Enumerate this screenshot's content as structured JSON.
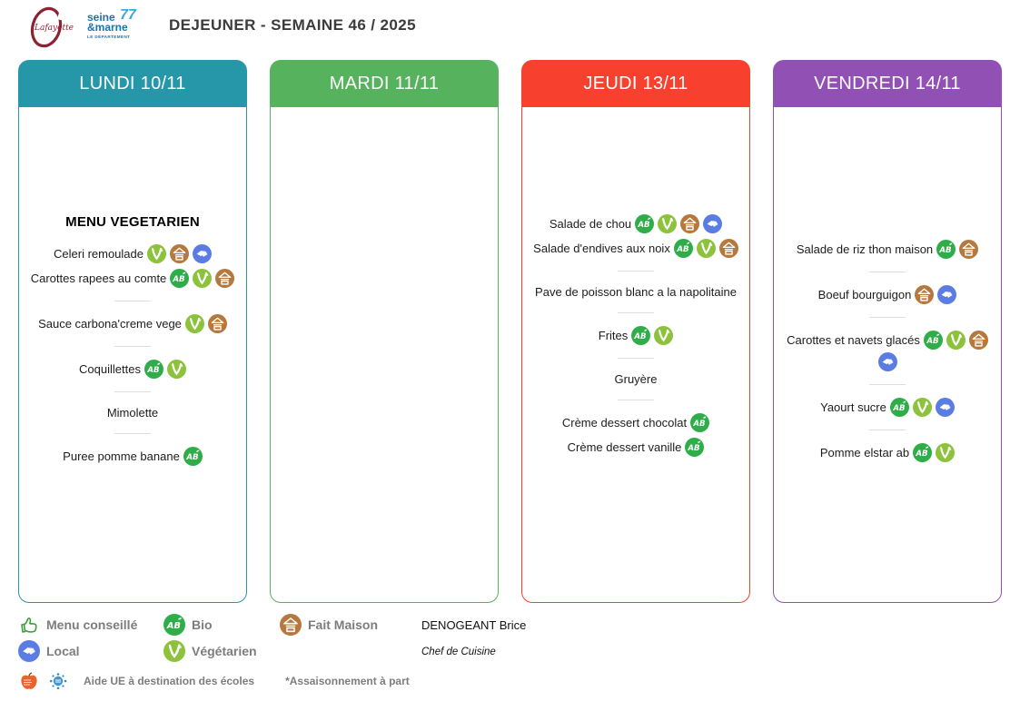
{
  "header": {
    "title": "DEJEUNER - SEMAINE 46 / 2025",
    "lafayette_logo_text": "Lafayette",
    "seine_marne": {
      "line1": "seine",
      "line2": "&marne",
      "num": "77",
      "sub": "LE DÉPARTEMENT"
    }
  },
  "columns": [
    {
      "day": "LUNDI 10/11",
      "color": "#2696a9",
      "entries": [
        {
          "type": "title",
          "text": "MENU VEGETARIEN"
        },
        {
          "type": "item",
          "text": "Celeri remoulade",
          "icons": [
            "veg",
            "fm",
            "local"
          ]
        },
        {
          "type": "item",
          "text": "Carottes rapees au comte",
          "icons": [
            "bio",
            "veg",
            "fm"
          ]
        },
        {
          "type": "divider"
        },
        {
          "type": "item",
          "text": "Sauce carbona'creme vege",
          "icons": [
            "veg",
            "fm"
          ]
        },
        {
          "type": "divider"
        },
        {
          "type": "item",
          "text": "Coquillettes",
          "icons": [
            "bio",
            "veg"
          ]
        },
        {
          "type": "divider"
        },
        {
          "type": "item",
          "text": "Mimolette",
          "icons": []
        },
        {
          "type": "divider"
        },
        {
          "type": "item",
          "text": "Puree pomme banane",
          "icons": [
            "bio"
          ]
        }
      ]
    },
    {
      "day": "MARDI 11/11",
      "color": "#57b25e",
      "entries": []
    },
    {
      "day": "JEUDI 13/11",
      "color": "#f8402f",
      "entries": [
        {
          "type": "item",
          "text": "Salade de chou",
          "icons": [
            "bio",
            "veg",
            "fm",
            "local"
          ]
        },
        {
          "type": "item",
          "text": "Salade d'endives aux noix",
          "icons": [
            "bio",
            "veg",
            "fm"
          ]
        },
        {
          "type": "divider"
        },
        {
          "type": "item",
          "text": "Pave de poisson blanc a la napolitaine",
          "icons": []
        },
        {
          "type": "divider"
        },
        {
          "type": "item",
          "text": "Frites",
          "icons": [
            "bio",
            "veg"
          ]
        },
        {
          "type": "divider"
        },
        {
          "type": "item",
          "text": "Gruyère",
          "icons": []
        },
        {
          "type": "divider"
        },
        {
          "type": "item",
          "text": "Crème dessert chocolat",
          "icons": [
            "bio"
          ]
        },
        {
          "type": "item",
          "text": "Crème dessert vanille",
          "icons": [
            "bio"
          ]
        }
      ]
    },
    {
      "day": "VENDREDI 14/11",
      "color": "#9150b4",
      "entries": [
        {
          "type": "item",
          "text": "Salade de riz thon maison",
          "icons": [
            "bio",
            "fm"
          ]
        },
        {
          "type": "divider"
        },
        {
          "type": "item",
          "text": "Boeuf bourguigon",
          "icons": [
            "fm",
            "local"
          ]
        },
        {
          "type": "divider"
        },
        {
          "type": "item",
          "text": "Carottes et navets glacés",
          "icons": [
            "bio",
            "veg",
            "fm",
            "local"
          ]
        },
        {
          "type": "divider"
        },
        {
          "type": "item",
          "text": "Yaourt sucre",
          "icons": [
            "bio",
            "veg",
            "local"
          ]
        },
        {
          "type": "divider"
        },
        {
          "type": "item",
          "text": "Pomme elstar ab",
          "icons": [
            "bio",
            "veg"
          ]
        }
      ]
    }
  ],
  "badges": {
    "bio": {
      "name": "bio-icon",
      "label": "AB",
      "color": "#2ead49"
    },
    "veg": {
      "name": "vegetarian-icon",
      "label": "V",
      "color": "#8cc23c"
    },
    "fm": {
      "name": "fait-maison-icon",
      "label": "",
      "color": "#b5793f"
    },
    "local": {
      "name": "local-icon",
      "label": "",
      "color": "#5b7ce2"
    }
  },
  "legend": {
    "menu_conseille": "Menu conseillé",
    "bio": "Bio",
    "fait_maison": "Fait Maison",
    "local": "Local",
    "vegetarien": "Végétarien",
    "aide_ue": "Aide UE à destination des écoles",
    "assaisonnement": "*Assaisonnement à part",
    "chef_name": "DENOGEANT Brice",
    "chef_title": "Chef de Cuisine"
  }
}
